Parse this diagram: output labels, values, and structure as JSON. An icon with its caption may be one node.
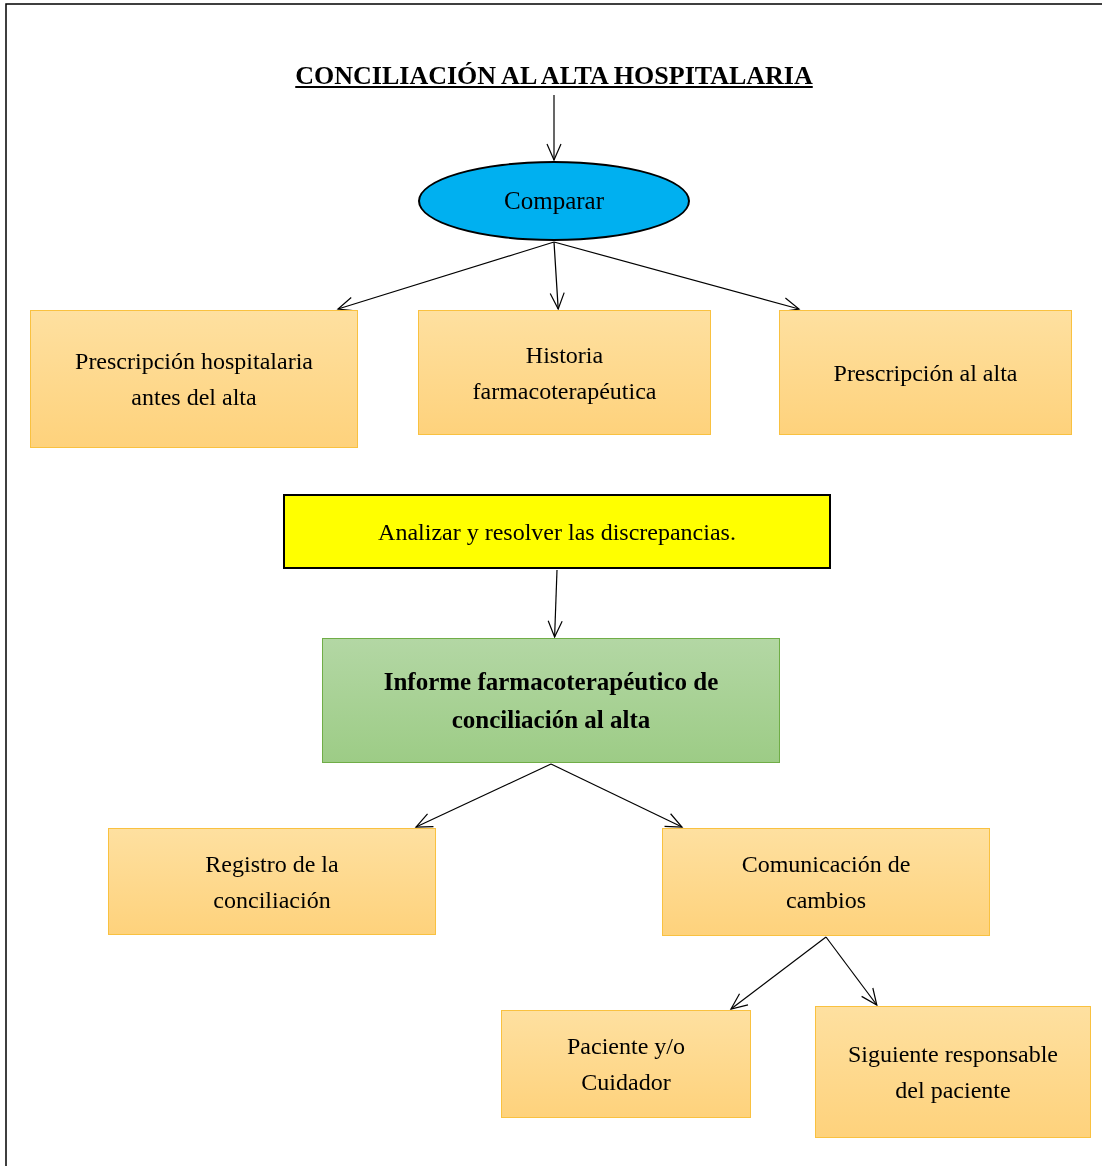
{
  "diagram": {
    "nodes": [
      {
        "text": [
          "CONCILIACIÓN AL ALTA HOSPITALARIA"
        ]
      },
      {
        "text": [
          "Comparar"
        ]
      },
      {
        "text": [
          "Prescripción hospitalaria antes del alta"
        ]
      },
      {
        "text": [
          "Historia farmacoterapéutica"
        ]
      },
      {
        "text": [
          "Prescripción al alta"
        ]
      },
      {
        "text": [
          "Analizar y resolver las discrepancias."
        ]
      },
      {
        "text": [
          "Informe farmacoterapéutico de conciliación al alta"
        ]
      },
      {
        "text": [
          "Registro de la conciliación"
        ]
      },
      {
        "text": [
          "Comunicación de cambios"
        ]
      },
      {
        "text": [
          "Paciente y/o Cuidador"
        ]
      },
      {
        "text": [
          "Siguiente responsable del paciente"
        ]
      }
    ],
    "edges": [
      {
        "from": 0,
        "to": 1,
        "arrow": "to"
      },
      {
        "from": 1,
        "to": 2,
        "arrow": "to"
      },
      {
        "from": 1,
        "to": 3,
        "arrow": "to"
      },
      {
        "from": 1,
        "to": 4,
        "arrow": "to"
      },
      {
        "from": 5,
        "to": 6,
        "arrow": "to"
      },
      {
        "from": 6,
        "to": 7,
        "arrow": "to"
      },
      {
        "from": 6,
        "to": 8,
        "arrow": "to"
      },
      {
        "from": 8,
        "to": 9,
        "arrow": "to"
      },
      {
        "from": 8,
        "to": 10,
        "arrow": "to"
      }
    ]
  }
}
